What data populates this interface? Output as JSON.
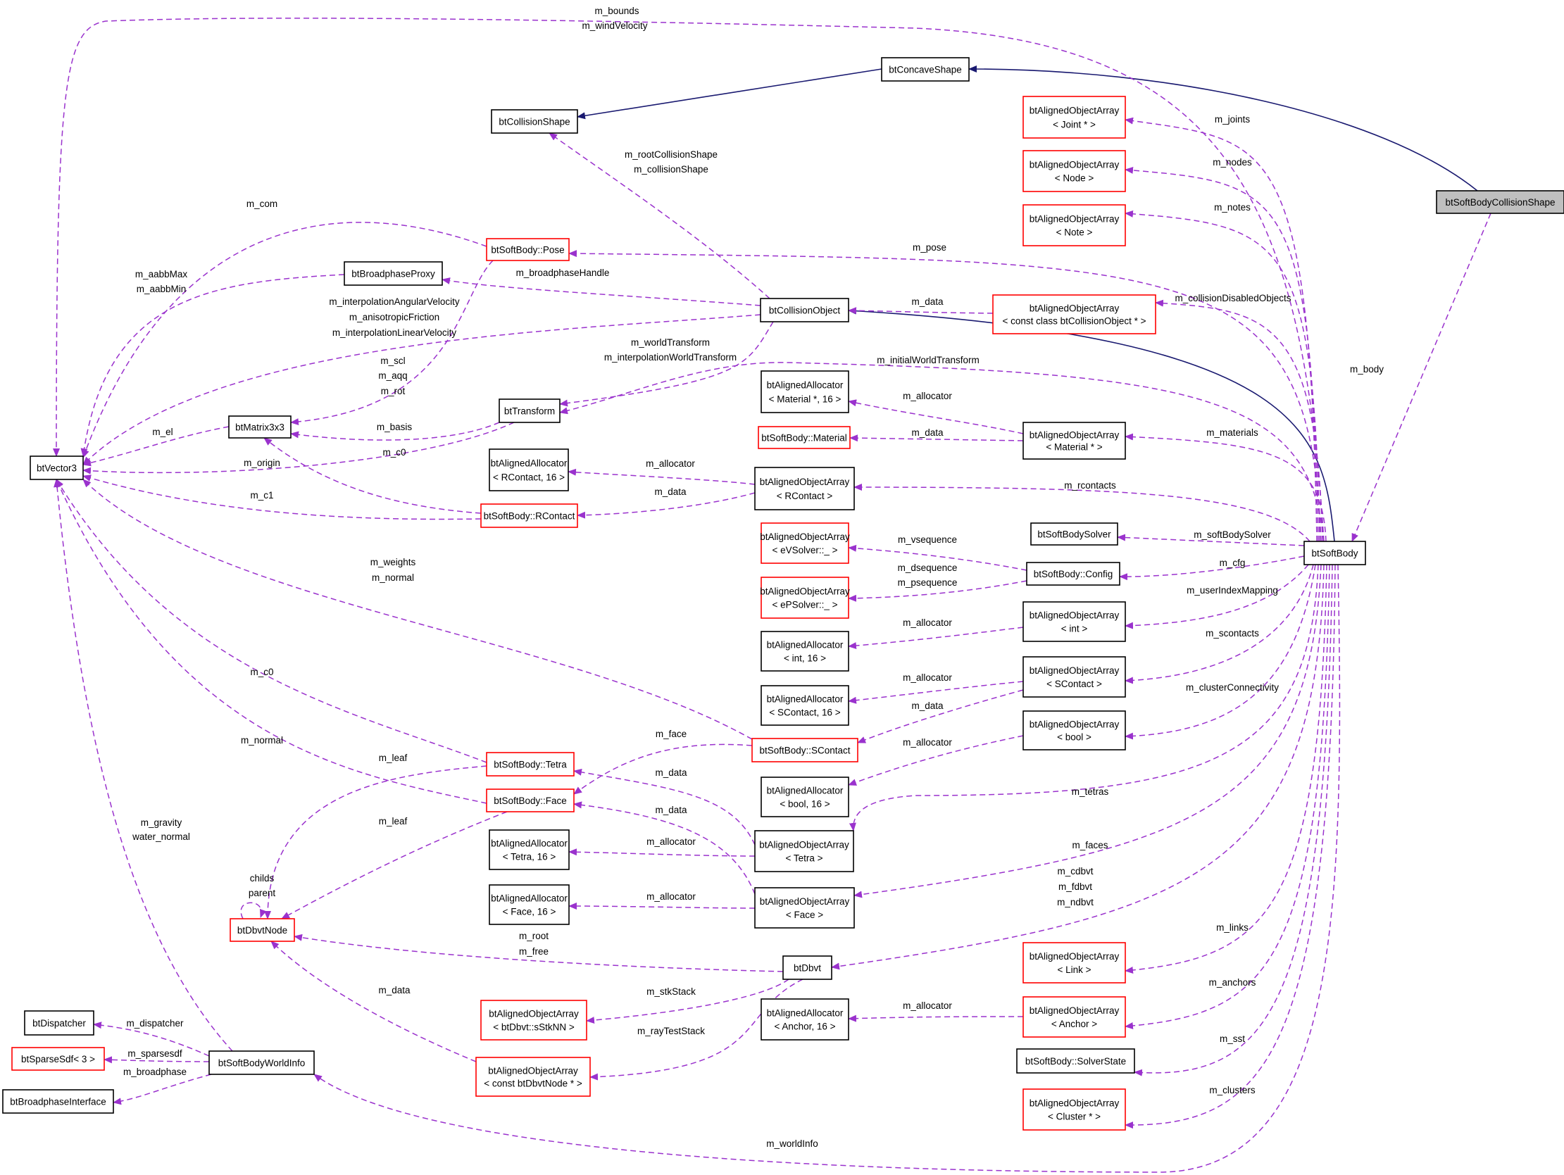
{
  "colors": {
    "inheritance_edge": "#191970",
    "member_edge": "#9a32cd",
    "documented_border": "#000000",
    "undocumented_border": "#ff0000",
    "focus_fill": "#bfbfbf"
  },
  "nodes": [
    {
      "id": "btSoftBodyCollisionShape",
      "lines": [
        "btSoftBodyCollisionShape"
      ],
      "style": "highlight"
    },
    {
      "id": "btConcaveShape",
      "lines": [
        "btConcaveShape"
      ],
      "style": "black"
    },
    {
      "id": "btCollisionShape",
      "lines": [
        "btCollisionShape"
      ],
      "style": "black"
    },
    {
      "id": "aoaJoint",
      "lines": [
        "btAlignedObjectArray",
        "< Joint * >"
      ],
      "style": "red"
    },
    {
      "id": "aoaNode",
      "lines": [
        "btAlignedObjectArray",
        "< Node >"
      ],
      "style": "red"
    },
    {
      "id": "aoaNote",
      "lines": [
        "btAlignedObjectArray",
        "< Note >"
      ],
      "style": "red"
    },
    {
      "id": "Pose",
      "lines": [
        "btSoftBody::Pose"
      ],
      "style": "red"
    },
    {
      "id": "btBroadphaseProxy",
      "lines": [
        "btBroadphaseProxy"
      ],
      "style": "black"
    },
    {
      "id": "btCollisionObject",
      "lines": [
        "btCollisionObject"
      ],
      "style": "black"
    },
    {
      "id": "aoaCollObj",
      "lines": [
        "btAlignedObjectArray",
        "< const class btCollisionObject * >"
      ],
      "style": "red"
    },
    {
      "id": "btVector3",
      "lines": [
        "btVector3"
      ],
      "style": "black"
    },
    {
      "id": "btMatrix3x3",
      "lines": [
        "btMatrix3x3"
      ],
      "style": "black"
    },
    {
      "id": "btTransform",
      "lines": [
        "btTransform"
      ],
      "style": "black"
    },
    {
      "id": "allocMaterial",
      "lines": [
        "btAlignedAllocator",
        "< Material *, 16 >"
      ],
      "style": "black"
    },
    {
      "id": "Material",
      "lines": [
        "btSoftBody::Material"
      ],
      "style": "red"
    },
    {
      "id": "aoaMaterial",
      "lines": [
        "btAlignedObjectArray",
        "< Material * >"
      ],
      "style": "black"
    },
    {
      "id": "allocRContact",
      "lines": [
        "btAlignedAllocator",
        "< RContact, 16 >"
      ],
      "style": "black"
    },
    {
      "id": "aoaRContact",
      "lines": [
        "btAlignedObjectArray",
        "< RContact >"
      ],
      "style": "black"
    },
    {
      "id": "RContact",
      "lines": [
        "btSoftBody::RContact"
      ],
      "style": "red"
    },
    {
      "id": "btSoftBodySolver",
      "lines": [
        "btSoftBodySolver"
      ],
      "style": "black"
    },
    {
      "id": "btSoftBody",
      "lines": [
        "btSoftBody"
      ],
      "style": "black"
    },
    {
      "id": "aoaVSolver",
      "lines": [
        "btAlignedObjectArray",
        "< eVSolver::_ >"
      ],
      "style": "red"
    },
    {
      "id": "Config",
      "lines": [
        "btSoftBody::Config"
      ],
      "style": "black"
    },
    {
      "id": "aoaPSolver",
      "lines": [
        "btAlignedObjectArray",
        "< ePSolver::_ >"
      ],
      "style": "red"
    },
    {
      "id": "allocInt",
      "lines": [
        "btAlignedAllocator",
        "< int, 16 >"
      ],
      "style": "black"
    },
    {
      "id": "aoaInt",
      "lines": [
        "btAlignedObjectArray",
        "< int >"
      ],
      "style": "black"
    },
    {
      "id": "allocSContact",
      "lines": [
        "btAlignedAllocator",
        "< SContact, 16 >"
      ],
      "style": "black"
    },
    {
      "id": "aoaSContact",
      "lines": [
        "btAlignedObjectArray",
        "< SContact >"
      ],
      "style": "black"
    },
    {
      "id": "SContact",
      "lines": [
        "btSoftBody::SContact"
      ],
      "style": "red"
    },
    {
      "id": "aoaBool",
      "lines": [
        "btAlignedObjectArray",
        "< bool >"
      ],
      "style": "black"
    },
    {
      "id": "Tetra",
      "lines": [
        "btSoftBody::Tetra"
      ],
      "style": "red"
    },
    {
      "id": "allocBool",
      "lines": [
        "btAlignedAllocator",
        "< bool, 16 >"
      ],
      "style": "black"
    },
    {
      "id": "Face",
      "lines": [
        "btSoftBody::Face"
      ],
      "style": "red"
    },
    {
      "id": "allocTetra",
      "lines": [
        "btAlignedAllocator",
        "< Tetra, 16 >"
      ],
      "style": "black"
    },
    {
      "id": "aoaTetra",
      "lines": [
        "btAlignedObjectArray",
        "< Tetra >"
      ],
      "style": "black"
    },
    {
      "id": "allocFace",
      "lines": [
        "btAlignedAllocator",
        "< Face, 16 >"
      ],
      "style": "black"
    },
    {
      "id": "aoaFace",
      "lines": [
        "btAlignedObjectArray",
        "< Face >"
      ],
      "style": "black"
    },
    {
      "id": "btDbvtNode",
      "lines": [
        "btDbvtNode"
      ],
      "style": "red"
    },
    {
      "id": "btDbvt",
      "lines": [
        "btDbvt"
      ],
      "style": "black"
    },
    {
      "id": "aoaLink",
      "lines": [
        "btAlignedObjectArray",
        "< Link >"
      ],
      "style": "red"
    },
    {
      "id": "btDispatcher",
      "lines": [
        "btDispatcher"
      ],
      "style": "black"
    },
    {
      "id": "aoaStkNN",
      "lines": [
        "btAlignedObjectArray",
        "< btDbvt::sStkNN >"
      ],
      "style": "red"
    },
    {
      "id": "allocAnchor",
      "lines": [
        "btAlignedAllocator",
        "< Anchor, 16 >"
      ],
      "style": "black"
    },
    {
      "id": "aoaAnchor",
      "lines": [
        "btAlignedObjectArray",
        "< Anchor >"
      ],
      "style": "red"
    },
    {
      "id": "btSparseSdf",
      "lines": [
        "btSparseSdf< 3 >"
      ],
      "style": "red"
    },
    {
      "id": "btSoftBodyWorldInfo",
      "lines": [
        "btSoftBodyWorldInfo"
      ],
      "style": "black"
    },
    {
      "id": "aoaDbvtNode",
      "lines": [
        "btAlignedObjectArray",
        "< const btDbvtNode * >"
      ],
      "style": "red"
    },
    {
      "id": "SolverState",
      "lines": [
        "btSoftBody::SolverState"
      ],
      "style": "black"
    },
    {
      "id": "btBroadphaseInterface",
      "lines": [
        "btBroadphaseInterface"
      ],
      "style": "black"
    },
    {
      "id": "aoaCluster",
      "lines": [
        "btAlignedObjectArray",
        "< Cluster * >"
      ],
      "style": "red"
    }
  ],
  "edges": [
    {
      "id": "e1",
      "kind": "inheritance",
      "from": "btSoftBodyCollisionShape",
      "to": "btConcaveShape",
      "label": []
    },
    {
      "id": "e2",
      "kind": "inheritance",
      "from": "btConcaveShape",
      "to": "btCollisionShape",
      "label": []
    },
    {
      "id": "e3",
      "kind": "inheritance",
      "from": "btSoftBody",
      "to": "btCollisionObject",
      "label": []
    },
    {
      "id": "e4",
      "kind": "member",
      "from": "btSoftBodyCollisionShape",
      "to": "btSoftBody",
      "label": [
        "m_body"
      ]
    },
    {
      "id": "e5",
      "kind": "member",
      "from": "btSoftBody",
      "to": "btVector3",
      "label": [
        "m_bounds",
        "m_windVelocity"
      ]
    },
    {
      "id": "e6",
      "kind": "member",
      "from": "btSoftBody",
      "to": "aoaJoint",
      "label": [
        "m_joints"
      ]
    },
    {
      "id": "e7",
      "kind": "member",
      "from": "btSoftBody",
      "to": "aoaNode",
      "label": [
        "m_nodes"
      ]
    },
    {
      "id": "e8",
      "kind": "member",
      "from": "btSoftBody",
      "to": "aoaNote",
      "label": [
        "m_notes"
      ]
    },
    {
      "id": "e9",
      "kind": "member",
      "from": "btSoftBody",
      "to": "Pose",
      "label": [
        "m_pose"
      ]
    },
    {
      "id": "e10",
      "kind": "member",
      "from": "btSoftBody",
      "to": "aoaCollObj",
      "label": [
        "m_collisionDisabledObjects"
      ]
    },
    {
      "id": "e11",
      "kind": "member",
      "from": "btSoftBody",
      "to": "btTransform",
      "label": [
        "m_initialWorldTransform"
      ]
    },
    {
      "id": "e12",
      "kind": "member",
      "from": "btSoftBody",
      "to": "aoaMaterial",
      "label": [
        "m_materials"
      ]
    },
    {
      "id": "e13",
      "kind": "member",
      "from": "btSoftBody",
      "to": "aoaRContact",
      "label": [
        "m_rcontacts"
      ]
    },
    {
      "id": "e14",
      "kind": "member",
      "from": "btSoftBody",
      "to": "btSoftBodySolver",
      "label": [
        "m_softBodySolver"
      ]
    },
    {
      "id": "e15",
      "kind": "member",
      "from": "btSoftBody",
      "to": "Config",
      "label": [
        "m_cfg"
      ]
    },
    {
      "id": "e16",
      "kind": "member",
      "from": "btSoftBody",
      "to": "aoaInt",
      "label": [
        "m_userIndexMapping"
      ]
    },
    {
      "id": "e17",
      "kind": "member",
      "from": "btSoftBody",
      "to": "aoaSContact",
      "label": [
        "m_scontacts"
      ]
    },
    {
      "id": "e18",
      "kind": "member",
      "from": "btSoftBody",
      "to": "aoaBool",
      "label": [
        "m_clusterConnectivity"
      ]
    },
    {
      "id": "e19",
      "kind": "member",
      "from": "btSoftBody",
      "to": "aoaTetra",
      "label": [
        "m_tetras"
      ]
    },
    {
      "id": "e20",
      "kind": "member",
      "from": "btSoftBody",
      "to": "aoaFace",
      "label": [
        "m_faces"
      ]
    },
    {
      "id": "e21",
      "kind": "member",
      "from": "btSoftBody",
      "to": "btDbvt",
      "label": [
        "m_cdbvt",
        "m_fdbvt",
        "m_ndbvt"
      ]
    },
    {
      "id": "e22",
      "kind": "member",
      "from": "btSoftBody",
      "to": "aoaLink",
      "label": [
        "m_links"
      ]
    },
    {
      "id": "e23",
      "kind": "member",
      "from": "btSoftBody",
      "to": "aoaAnchor",
      "label": [
        "m_anchors"
      ]
    },
    {
      "id": "e24",
      "kind": "member",
      "from": "btSoftBody",
      "to": "SolverState",
      "label": [
        "m_sst"
      ]
    },
    {
      "id": "e25",
      "kind": "member",
      "from": "btSoftBody",
      "to": "aoaCluster",
      "label": [
        "m_clusters"
      ]
    },
    {
      "id": "e26",
      "kind": "member",
      "from": "btSoftBody",
      "to": "btSoftBodyWorldInfo",
      "label": [
        "m_worldInfo"
      ]
    },
    {
      "id": "e27",
      "kind": "member",
      "from": "btCollisionObject",
      "to": "btCollisionShape",
      "label": [
        "m_rootCollisionShape",
        "m_collisionShape"
      ]
    },
    {
      "id": "e28",
      "kind": "member",
      "from": "btCollisionObject",
      "to": "btBroadphaseProxy",
      "label": [
        "m_broadphaseHandle"
      ]
    },
    {
      "id": "e29",
      "kind": "member",
      "from": "btCollisionObject",
      "to": "btVector3",
      "label": [
        "m_interpolationAngularVelocity",
        "m_anisotropicFriction",
        "m_interpolationLinearVelocity"
      ]
    },
    {
      "id": "e30",
      "kind": "member",
      "from": "btCollisionObject",
      "to": "btTransform",
      "label": [
        "m_worldTransform",
        "m_interpolationWorldTransform"
      ]
    },
    {
      "id": "e31",
      "kind": "member",
      "from": "aoaCollObj",
      "to": "btCollisionObject",
      "label": [
        "m_data"
      ]
    },
    {
      "id": "e32",
      "kind": "member",
      "from": "Pose",
      "to": "btVector3",
      "label": [
        "m_com"
      ]
    },
    {
      "id": "e33",
      "kind": "member",
      "from": "Pose",
      "to": "btMatrix3x3",
      "label": [
        "m_scl",
        "m_aqq",
        "m_rot"
      ]
    },
    {
      "id": "e34",
      "kind": "member",
      "from": "btBroadphaseProxy",
      "to": "btVector3",
      "label": [
        "m_aabbMax",
        "m_aabbMin"
      ]
    },
    {
      "id": "e35",
      "kind": "member",
      "from": "btMatrix3x3",
      "to": "btVector3",
      "label": [
        "m_el"
      ]
    },
    {
      "id": "e36",
      "kind": "member",
      "from": "btTransform",
      "to": "btMatrix3x3",
      "label": [
        "m_basis"
      ]
    },
    {
      "id": "e37",
      "kind": "member",
      "from": "btTransform",
      "to": "btVector3",
      "label": [
        "m_origin"
      ]
    },
    {
      "id": "e38",
      "kind": "member",
      "from": "RContact",
      "to": "btMatrix3x3",
      "label": [
        "m_c0"
      ]
    },
    {
      "id": "e39",
      "kind": "member",
      "from": "RContact",
      "to": "btVector3",
      "label": [
        "m_c1"
      ]
    },
    {
      "id": "e40",
      "kind": "member",
      "from": "aoaMaterial",
      "to": "allocMaterial",
      "label": [
        "m_allocator"
      ]
    },
    {
      "id": "e41",
      "kind": "member",
      "from": "aoaMaterial",
      "to": "Material",
      "label": [
        "m_data"
      ]
    },
    {
      "id": "e42",
      "kind": "member",
      "from": "aoaRContact",
      "to": "allocRContact",
      "label": [
        "m_allocator"
      ]
    },
    {
      "id": "e43",
      "kind": "member",
      "from": "aoaRContact",
      "to": "RContact",
      "label": [
        "m_data"
      ]
    },
    {
      "id": "e44",
      "kind": "member",
      "from": "Config",
      "to": "aoaVSolver",
      "label": [
        "m_vsequence"
      ]
    },
    {
      "id": "e45",
      "kind": "member",
      "from": "Config",
      "to": "aoaPSolver",
      "label": [
        "m_dsequence",
        "m_psequence"
      ]
    },
    {
      "id": "e46",
      "kind": "member",
      "from": "aoaInt",
      "to": "allocInt",
      "label": [
        "m_allocator"
      ]
    },
    {
      "id": "e47",
      "kind": "member",
      "from": "aoaSContact",
      "to": "allocSContact",
      "label": [
        "m_allocator"
      ]
    },
    {
      "id": "e48",
      "kind": "member",
      "from": "aoaSContact",
      "to": "SContact",
      "label": [
        "m_data"
      ]
    },
    {
      "id": "e49",
      "kind": "member",
      "from": "SContact",
      "to": "btVector3",
      "label": [
        "m_weights",
        "m_normal"
      ]
    },
    {
      "id": "e50",
      "kind": "member",
      "from": "SContact",
      "to": "Face",
      "label": [
        "m_face"
      ]
    },
    {
      "id": "e51",
      "kind": "member",
      "from": "aoaBool",
      "to": "allocBool",
      "label": [
        "m_allocator"
      ]
    },
    {
      "id": "e52",
      "kind": "member",
      "from": "Tetra",
      "to": "btVector3",
      "label": [
        "m_c0"
      ]
    },
    {
      "id": "e53",
      "kind": "member",
      "from": "Tetra",
      "to": "btDbvtNode",
      "label": [
        "m_leaf"
      ]
    },
    {
      "id": "e54",
      "kind": "member",
      "from": "Face",
      "to": "btVector3",
      "label": [
        "m_normal"
      ]
    },
    {
      "id": "e55",
      "kind": "member",
      "from": "Face",
      "to": "btDbvtNode",
      "label": [
        "m_leaf"
      ]
    },
    {
      "id": "e56",
      "kind": "member",
      "from": "aoaTetra",
      "to": "Tetra",
      "label": [
        "m_data"
      ]
    },
    {
      "id": "e57",
      "kind": "member",
      "from": "aoaTetra",
      "to": "allocTetra",
      "label": [
        "m_allocator"
      ]
    },
    {
      "id": "e58",
      "kind": "member",
      "from": "aoaFace",
      "to": "Face",
      "label": [
        "m_data"
      ]
    },
    {
      "id": "e59",
      "kind": "member",
      "from": "aoaFace",
      "to": "allocFace",
      "label": [
        "m_allocator"
      ]
    },
    {
      "id": "e60",
      "kind": "member",
      "from": "btDbvtNode",
      "to": "btDbvtNode",
      "label": [
        "childs",
        "parent"
      ]
    },
    {
      "id": "e61",
      "kind": "member",
      "from": "btDbvt",
      "to": "btDbvtNode",
      "label": [
        "m_root",
        "m_free"
      ]
    },
    {
      "id": "e62",
      "kind": "member",
      "from": "btDbvt",
      "to": "aoaStkNN",
      "label": [
        "m_stkStack"
      ]
    },
    {
      "id": "e63",
      "kind": "member",
      "from": "btDbvt",
      "to": "aoaDbvtNode",
      "label": [
        "m_rayTestStack"
      ]
    },
    {
      "id": "e64",
      "kind": "member",
      "from": "aoaDbvtNode",
      "to": "btDbvtNode",
      "label": [
        "m_data"
      ]
    },
    {
      "id": "e65",
      "kind": "member",
      "from": "aoaAnchor",
      "to": "allocAnchor",
      "label": [
        "m_allocator"
      ]
    },
    {
      "id": "e66",
      "kind": "member",
      "from": "btSoftBodyWorldInfo",
      "to": "btVector3",
      "label": [
        "m_gravity",
        "water_normal"
      ]
    },
    {
      "id": "e67",
      "kind": "member",
      "from": "btSoftBodyWorldInfo",
      "to": "btDispatcher",
      "label": [
        "m_dispatcher"
      ]
    },
    {
      "id": "e68",
      "kind": "member",
      "from": "btSoftBodyWorldInfo",
      "to": "btSparseSdf",
      "label": [
        "m_sparsesdf"
      ]
    },
    {
      "id": "e69",
      "kind": "member",
      "from": "btSoftBodyWorldInfo",
      "to": "btBroadphaseInterface",
      "label": [
        "m_broadphase"
      ]
    }
  ]
}
